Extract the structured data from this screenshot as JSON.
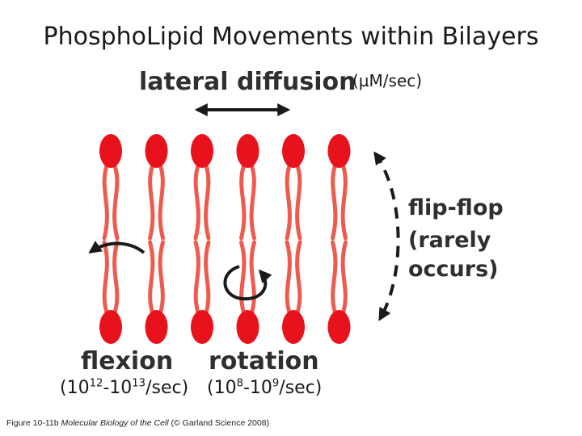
{
  "title": "PhosphoLipid Movements within Bilayers",
  "lateral": {
    "label": "lateral diffusion",
    "rate": "(µM/sec)"
  },
  "flip_flop": {
    "line1": "flip-flop",
    "line2": "(rarely",
    "line3": "occurs)"
  },
  "flexion": {
    "label": "flexion",
    "rate_base1": "(10",
    "rate_exp1": "12",
    "rate_dash": "-10",
    "rate_exp2": "13",
    "rate_tail": "/sec)"
  },
  "rotation": {
    "label": "rotation",
    "rate_base1": "(10",
    "rate_exp1": "8",
    "rate_dash": "-10",
    "rate_exp2": "9",
    "rate_tail": "/sec)"
  },
  "caption": {
    "prefix": "Figure 10-11b ",
    "book": "Molecular Biology of the Cell",
    "suffix": " (© Garland Science 2008)"
  },
  "colors": {
    "lipid": "#e8121c",
    "tail": "#ee5a4e",
    "arrow": "#1a1a1a"
  },
  "lipid_count_per_leaflet": 6
}
